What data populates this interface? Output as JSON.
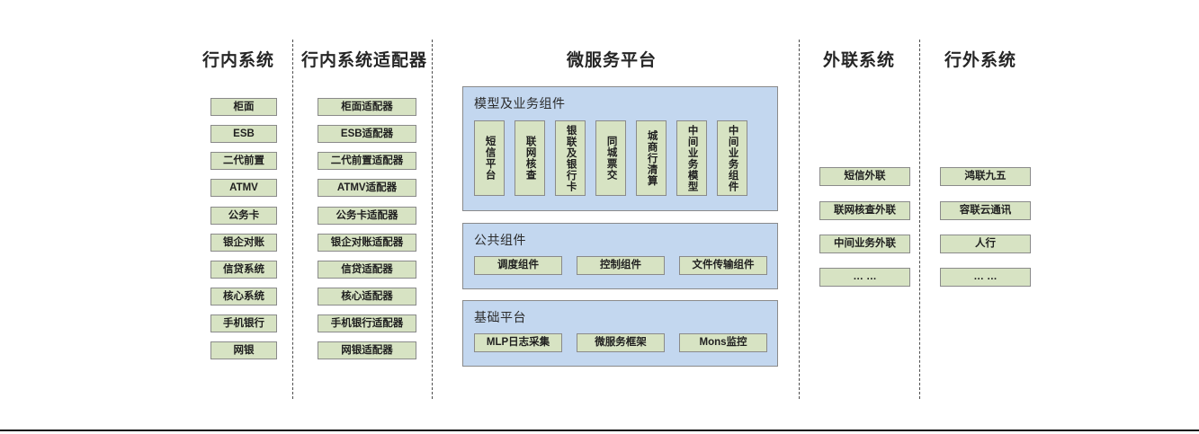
{
  "columns": {
    "internal_systems": {
      "title": "行内系统",
      "items": [
        "柜面",
        "ESB",
        "二代前置",
        "ATMV",
        "公务卡",
        "银企对账",
        "信贷系统",
        "核心系统",
        "手机银行",
        "网银"
      ]
    },
    "internal_adapters": {
      "title": "行内系统适配器",
      "items": [
        "柜面适配器",
        "ESB适配器",
        "二代前置适配器",
        "ATMV适配器",
        "公务卡适配器",
        "银企对账适配器",
        "信贷适配器",
        "核心适配器",
        "手机银行适配器",
        "网银适配器"
      ]
    },
    "microservice_platform": {
      "title": "微服务平台",
      "groups": [
        {
          "title": "模型及业务组件",
          "orientation": "vertical",
          "items": [
            "短信平台",
            "联网核查",
            "银联及银行卡",
            "同城票交",
            "城商行清算",
            "中间业务模型",
            "中间业务组件"
          ]
        },
        {
          "title": "公共组件",
          "orientation": "horizontal",
          "items": [
            "调度组件",
            "控制组件",
            "文件传输组件"
          ]
        },
        {
          "title": "基础平台",
          "orientation": "horizontal",
          "items": [
            "MLP日志采集",
            "微服务框架",
            "Mons监控"
          ]
        }
      ]
    },
    "external_link_systems": {
      "title": "外联系统",
      "items": [
        "短信外联",
        "联网核查外联",
        "中间业务外联",
        "… …"
      ]
    },
    "offbank_systems": {
      "title": "行外系统",
      "items": [
        "鸿联九五",
        "容联云通讯",
        "人行",
        "… …"
      ]
    }
  },
  "colors": {
    "leaf_fill": "#d7e3c3",
    "leaf_border": "#8a8a8a",
    "panel_fill": "#c3d7ef",
    "panel_border": "#8a8a8a",
    "divider": "#4d4d4d",
    "text": "#1f1f1f",
    "background": "#ffffff"
  }
}
